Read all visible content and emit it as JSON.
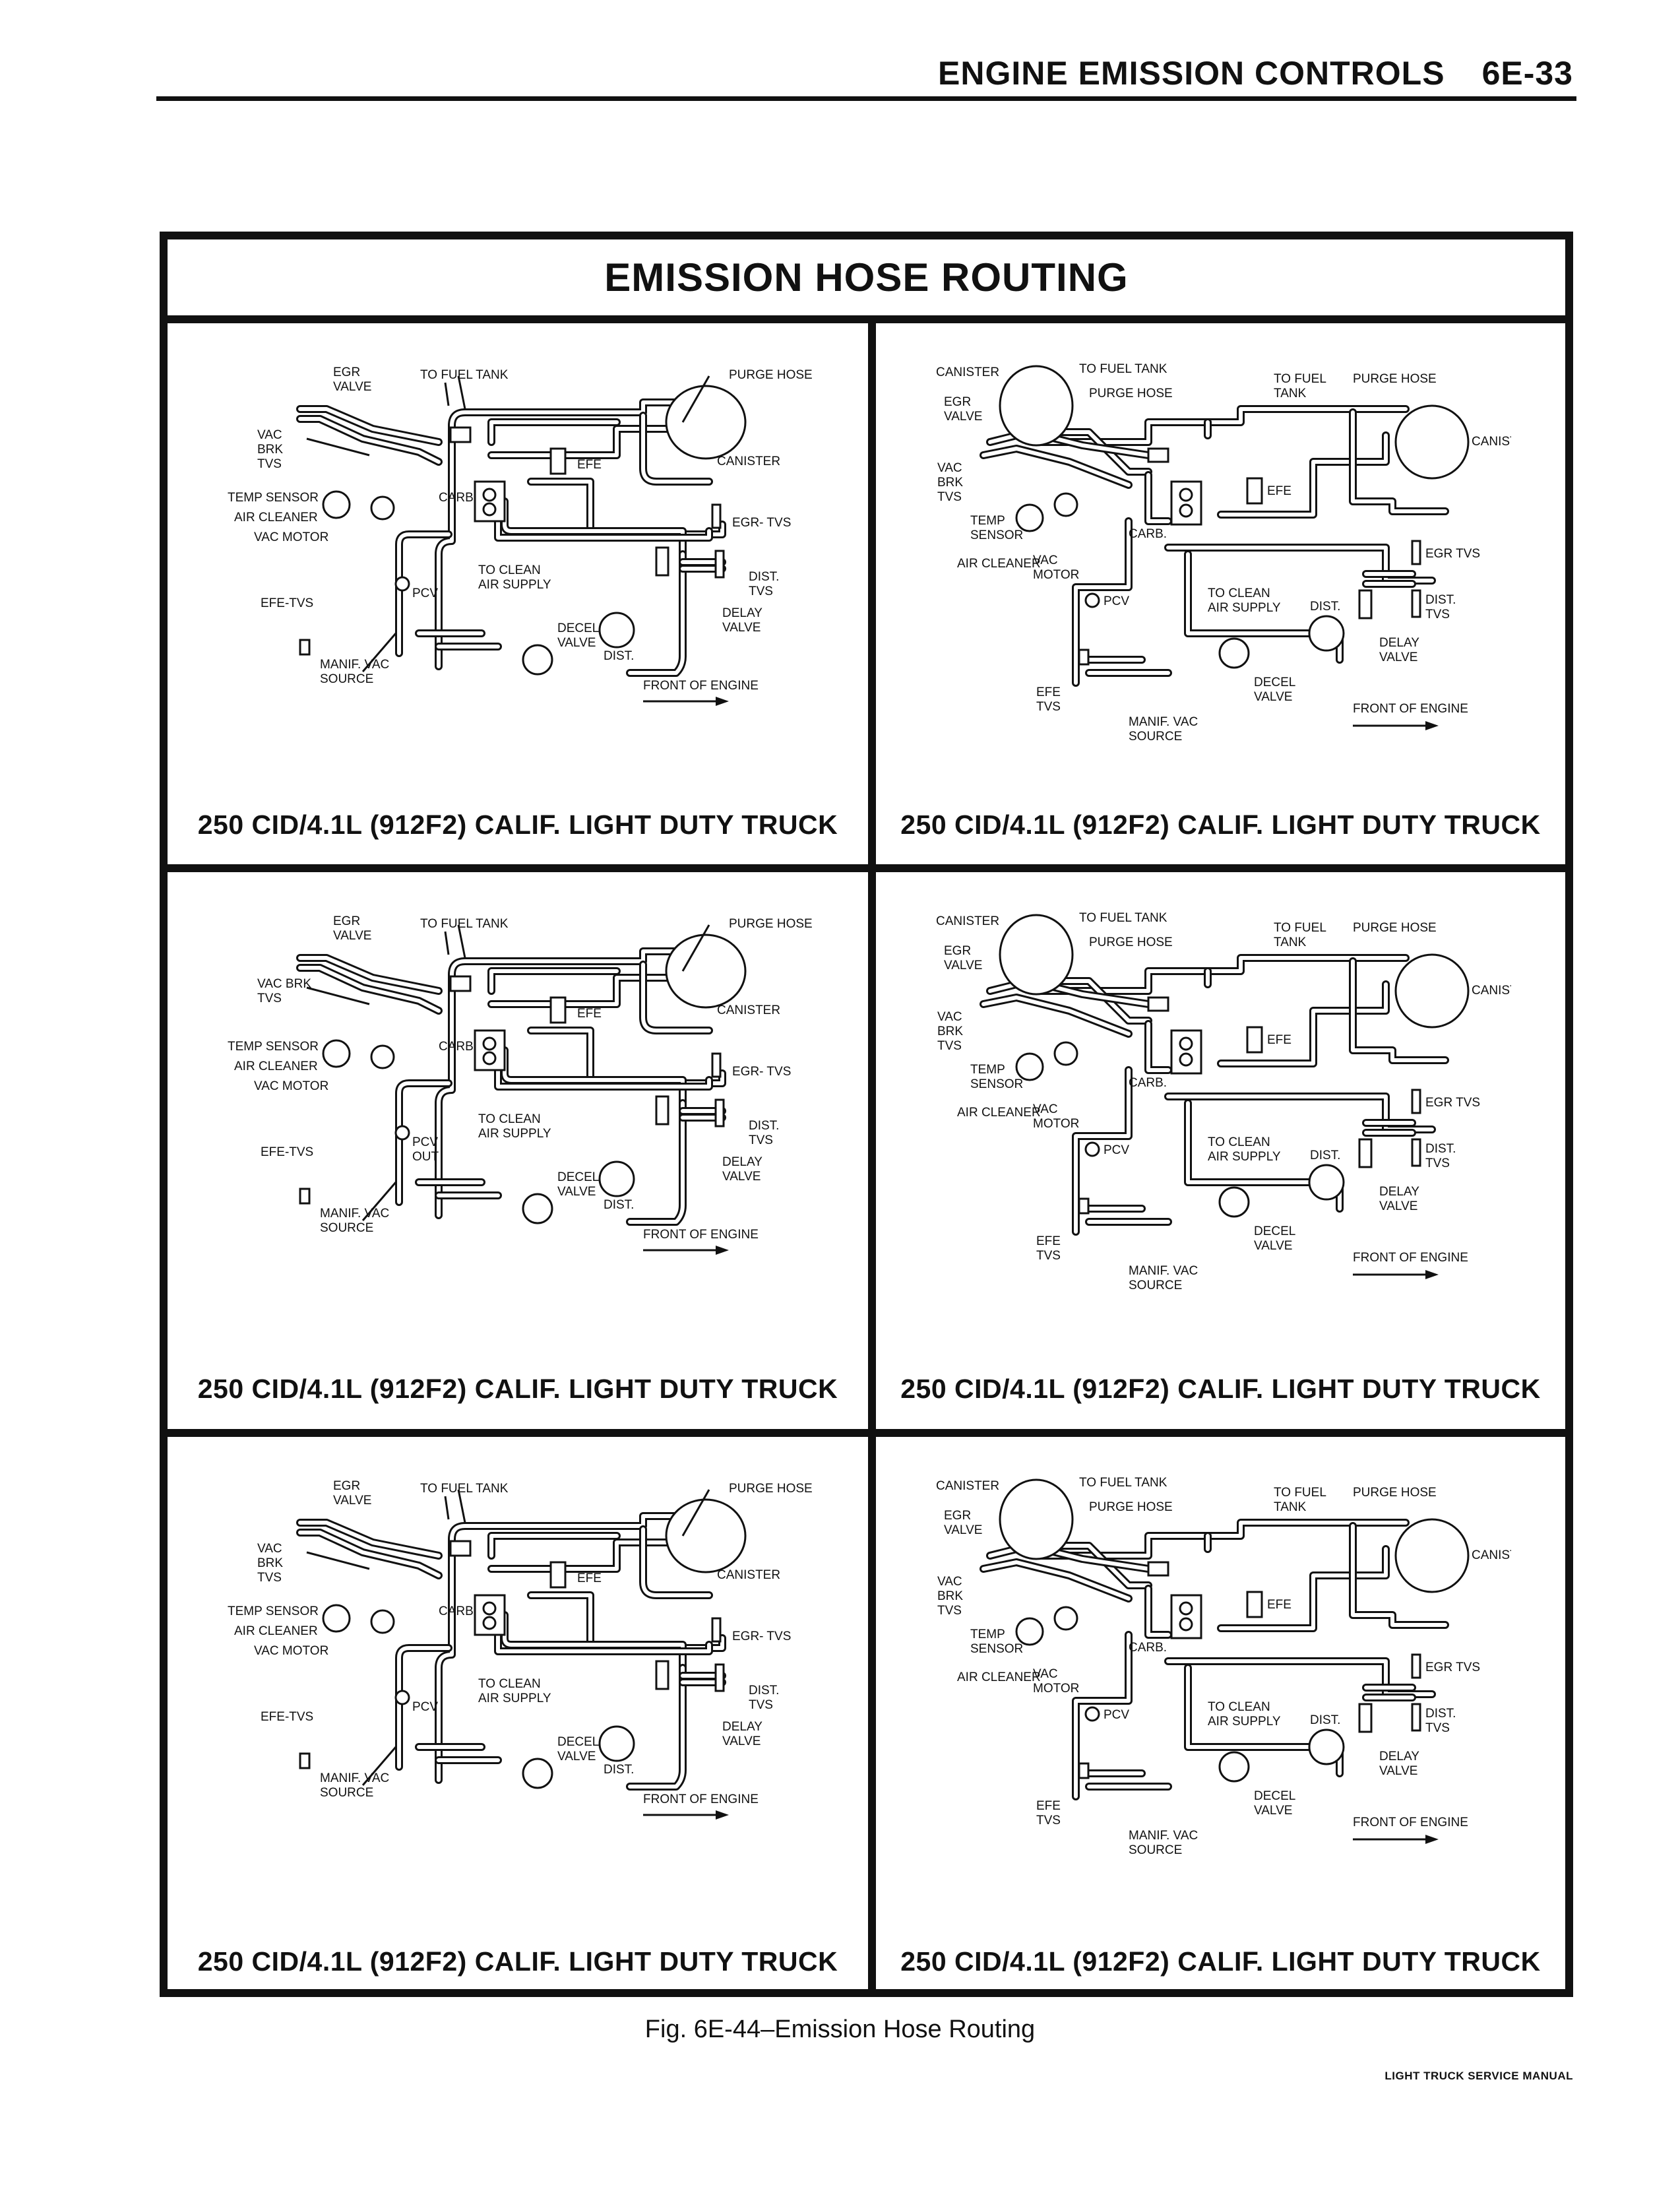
{
  "header": {
    "section_title": "ENGINE EMISSION CONTROLS",
    "page_number": "6E-33"
  },
  "figure": {
    "title": "EMISSION HOSE ROUTING",
    "caption": "Fig. 6E-44–Emission Hose Routing",
    "panels": [
      {
        "caption": "250 CID/4.1L (912F2) CALIF. LIGHT DUTY TRUCK",
        "variant": "A",
        "labels": {
          "egr_valve": [
            "EGR",
            "VALVE"
          ],
          "to_fuel_tank": [
            "TO FUEL TANK"
          ],
          "purge_hose": [
            "PURGE HOSE"
          ],
          "vac_brk_tvs": [
            "VAC",
            "BRK",
            "TVS"
          ],
          "efe": [
            "EFE"
          ],
          "canister": [
            "CANISTER"
          ],
          "temp_sensor": [
            "TEMP SENSOR"
          ],
          "carb": [
            "CARB."
          ],
          "air_cleaner": [
            "AIR CLEANER"
          ],
          "egr_tvs": [
            "EGR- TVS"
          ],
          "vac_motor": [
            "VAC MOTOR"
          ],
          "pcv": [
            "PCV"
          ],
          "to_clean_air": [
            "TO CLEAN",
            "AIR SUPPLY"
          ],
          "dist_tvs": [
            "DIST.",
            "TVS"
          ],
          "efe_tvs": [
            "EFE-TVS"
          ],
          "delay_valve": [
            "DELAY",
            "VALVE"
          ],
          "dist": [
            "DIST."
          ],
          "decel_valve": [
            "DECEL",
            "VALVE"
          ],
          "manif_vac": [
            "MANIF. VAC",
            "SOURCE"
          ],
          "front_of_engine": "FRONT OF ENGINE"
        }
      },
      {
        "caption": "250 CID/4.1L (912F2) CALIF. LIGHT DUTY TRUCK",
        "variant": "B",
        "labels": {
          "canister_left": [
            "CANISTER"
          ],
          "to_fuel_tank_left": [
            "TO FUEL TANK"
          ],
          "purge_hose_left": [
            "PURGE HOSE"
          ],
          "egr_valve": [
            "EGR",
            "VALVE"
          ],
          "to_fuel_tank_right": [
            "TO FUEL",
            "TANK"
          ],
          "purge_hose_right": [
            "PURGE HOSE"
          ],
          "vac_brk_tvs": [
            "VAC",
            "BRK",
            "TVS"
          ],
          "canister_right": [
            "CANISTER"
          ],
          "efe": [
            "EFE"
          ],
          "temp_sensor": [
            "TEMP",
            "SENSOR"
          ],
          "carb": [
            "CARB."
          ],
          "air_cleaner": [
            "AIR CLEANER"
          ],
          "vac_motor": [
            "VAC",
            "MOTOR"
          ],
          "egr_tvs": [
            "EGR TVS"
          ],
          "pcv": [
            "PCV"
          ],
          "to_clean_air": [
            "TO CLEAN",
            "AIR SUPPLY"
          ],
          "dist": [
            "DIST."
          ],
          "dist_tvs": [
            "DIST.",
            "TVS"
          ],
          "efe_tvs": [
            "EFE",
            "TVS"
          ],
          "decel_valve": [
            "DECEL",
            "VALVE"
          ],
          "delay_valve": [
            "DELAY",
            "VALVE"
          ],
          "manif_vac": [
            "MANIF. VAC",
            "SOURCE"
          ],
          "front_of_engine": "FRONT OF ENGINE"
        }
      },
      {
        "caption": "250 CID/4.1L (912F2) CALIF. LIGHT DUTY TRUCK",
        "variant": "A",
        "labels": {
          "egr_valve": [
            "EGR",
            "VALVE"
          ],
          "to_fuel_tank": [
            "TO FUEL TANK"
          ],
          "purge_hose": [
            "PURGE HOSE"
          ],
          "vac_brk_tvs": [
            "VAC BRK",
            "TVS"
          ],
          "efe": [
            "EFE"
          ],
          "canister": [
            "CANISTER"
          ],
          "temp_sensor": [
            "TEMP SENSOR"
          ],
          "carb": [
            "CARB."
          ],
          "air_cleaner": [
            "AIR CLEANER"
          ],
          "egr_tvs": [
            "EGR- TVS"
          ],
          "vac_motor": [
            "VAC MOTOR"
          ],
          "pcv": [
            "PCV",
            "OUT"
          ],
          "to_clean_air": [
            "TO CLEAN",
            "AIR SUPPLY"
          ],
          "dist_tvs": [
            "DIST.",
            "TVS"
          ],
          "efe_tvs": [
            "EFE-TVS"
          ],
          "delay_valve": [
            "DELAY",
            "VALVE"
          ],
          "dist": [
            "DIST."
          ],
          "decel_valve": [
            "DECEL",
            "VALVE"
          ],
          "manif_vac": [
            "MANIF. VAC",
            "SOURCE"
          ],
          "front_of_engine": "FRONT OF ENGINE"
        }
      },
      {
        "caption": "250 CID/4.1L (912F2) CALIF. LIGHT DUTY TRUCK",
        "variant": "B",
        "labels": {
          "canister_left": [
            "CANISTER"
          ],
          "to_fuel_tank_left": [
            "TO FUEL TANK"
          ],
          "purge_hose_left": [
            "PURGE HOSE"
          ],
          "egr_valve": [
            "EGR",
            "VALVE"
          ],
          "to_fuel_tank_right": [
            "TO FUEL",
            "TANK"
          ],
          "purge_hose_right": [
            "PURGE HOSE"
          ],
          "vac_brk_tvs": [
            "VAC",
            "BRK",
            "TVS"
          ],
          "canister_right": [
            "CANISTER"
          ],
          "efe": [
            "EFE"
          ],
          "temp_sensor": [
            "TEMP",
            "SENSOR"
          ],
          "carb": [
            "CARB."
          ],
          "air_cleaner": [
            "AIR CLEANER"
          ],
          "vac_motor": [
            "VAC",
            "MOTOR"
          ],
          "egr_tvs": [
            "EGR TVS"
          ],
          "pcv": [
            "PCV"
          ],
          "to_clean_air": [
            "TO CLEAN",
            "AIR SUPPLY"
          ],
          "dist": [
            "DIST."
          ],
          "dist_tvs": [
            "DIST.",
            "TVS"
          ],
          "efe_tvs": [
            "EFE",
            "TVS"
          ],
          "decel_valve": [
            "DECEL",
            "VALVE"
          ],
          "delay_valve": [
            "DELAY",
            "VALVE"
          ],
          "manif_vac": [
            "MANIF. VAC",
            "SOURCE"
          ],
          "front_of_engine": "FRONT OF ENGINE"
        }
      },
      {
        "caption": "250 CID/4.1L (912F2) CALIF. LIGHT DUTY TRUCK",
        "variant": "A",
        "labels": {
          "egr_valve": [
            "EGR",
            "VALVE"
          ],
          "to_fuel_tank": [
            "TO FUEL TANK"
          ],
          "purge_hose": [
            "PURGE HOSE"
          ],
          "vac_brk_tvs": [
            "VAC",
            "BRK",
            "TVS"
          ],
          "efe": [
            "EFE"
          ],
          "canister": [
            "CANISTER"
          ],
          "temp_sensor": [
            "TEMP SENSOR"
          ],
          "carb": [
            "CARB."
          ],
          "air_cleaner": [
            "AIR CLEANER"
          ],
          "egr_tvs": [
            "EGR- TVS"
          ],
          "vac_motor": [
            "VAC MOTOR"
          ],
          "pcv": [
            "PCV"
          ],
          "to_clean_air": [
            "TO CLEAN",
            "AIR SUPPLY"
          ],
          "dist_tvs": [
            "DIST.",
            "TVS"
          ],
          "efe_tvs": [
            "EFE-TVS"
          ],
          "delay_valve": [
            "DELAY",
            "VALVE"
          ],
          "dist": [
            "DIST."
          ],
          "decel_valve": [
            "DECEL",
            "VALVE"
          ],
          "manif_vac": [
            "MANIF. VAC",
            "SOURCE"
          ],
          "front_of_engine": "FRONT OF ENGINE"
        }
      },
      {
        "caption": "250 CID/4.1L (912F2) CALIF. LIGHT DUTY TRUCK",
        "variant": "B",
        "labels": {
          "canister_left": [
            "CANISTER"
          ],
          "to_fuel_tank_left": [
            "TO FUEL TANK"
          ],
          "purge_hose_left": [
            "PURGE HOSE"
          ],
          "egr_valve": [
            "EGR",
            "VALVE"
          ],
          "to_fuel_tank_right": [
            "TO FUEL",
            "TANK"
          ],
          "purge_hose_right": [
            "PURGE HOSE"
          ],
          "vac_brk_tvs": [
            "VAC",
            "BRK",
            "TVS"
          ],
          "canister_right": [
            "CANISTER"
          ],
          "efe": [
            "EFE"
          ],
          "temp_sensor": [
            "TEMP",
            "SENSOR"
          ],
          "carb": [
            "CARB."
          ],
          "air_cleaner": [
            "AIR CLEANER"
          ],
          "vac_motor": [
            "VAC",
            "MOTOR"
          ],
          "egr_tvs": [
            "EGR TVS"
          ],
          "pcv": [
            "PCV"
          ],
          "to_clean_air": [
            "TO CLEAN",
            "AIR SUPPLY"
          ],
          "dist": [
            "DIST."
          ],
          "dist_tvs": [
            "DIST.",
            "TVS"
          ],
          "efe_tvs": [
            "EFE",
            "TVS"
          ],
          "decel_valve": [
            "DECEL",
            "VALVE"
          ],
          "delay_valve": [
            "DELAY",
            "VALVE"
          ],
          "manif_vac": [
            "MANIF. VAC",
            "SOURCE"
          ],
          "front_of_engine": "FRONT OF ENGINE"
        }
      }
    ]
  },
  "footer": {
    "manual_name": "LIGHT TRUCK SERVICE MANUAL"
  }
}
